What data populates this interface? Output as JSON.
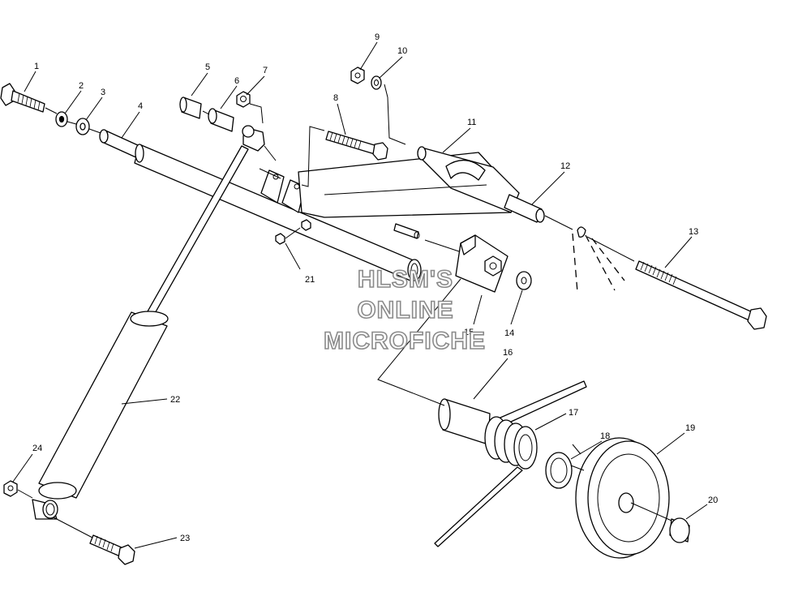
{
  "watermark": {
    "line1": "HLSM'S",
    "line2": "ONLINE",
    "line3": "MICROFICHE"
  },
  "callouts": [
    "1",
    "2",
    "3",
    "4",
    "5",
    "6",
    "7",
    "8",
    "9",
    "10",
    "11",
    "12",
    "13",
    "14",
    "15",
    "16",
    "17",
    "18",
    "19",
    "20",
    "21",
    "22",
    "23",
    "24"
  ]
}
